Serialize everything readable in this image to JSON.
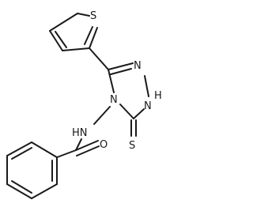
{
  "molecule": {
    "atom_labels": {
      "thiophene_s": "S",
      "triazole_n_top": "N",
      "triazole_nh": "N",
      "triazole_nh_h": "H",
      "triazole_n4": "N",
      "thione_s": "S",
      "amide_nh": "HN",
      "carbonyl_o": "O"
    }
  }
}
